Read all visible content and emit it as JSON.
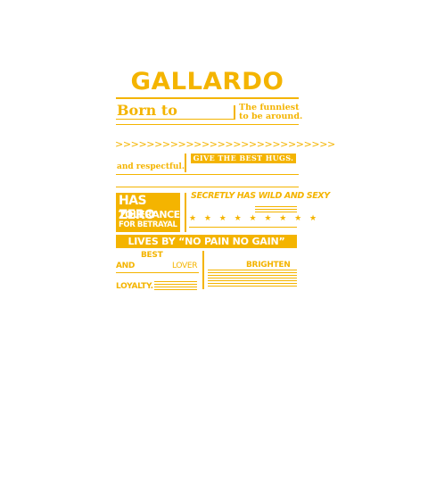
{
  "design": {
    "name": "GALLARDO",
    "born": "Born to",
    "funniest": [
      "The funniest",
      "to be around."
    ],
    "chevrons": ">>>>>>>>>>>>>>>>>>>>>>>>>>>>",
    "respectful": "and respectful.",
    "hugs": "GIVE THE BEST HUGS.",
    "zero": [
      "HAS ZERO",
      "TOLERANCE",
      "FOR BETRAYAL"
    ],
    "secretly": "SECRETLY HAS WILD AND SEXY",
    "stars": "★★★★★★★★★",
    "lives": "LIVES BY “NO PAIN NO GAIN”",
    "best": "BEST",
    "and": "AND",
    "lover": "LOVER",
    "brighten": "BRIGHTEN",
    "loyalty": "LOYALTY.",
    "accent_color": "#f4b400"
  }
}
